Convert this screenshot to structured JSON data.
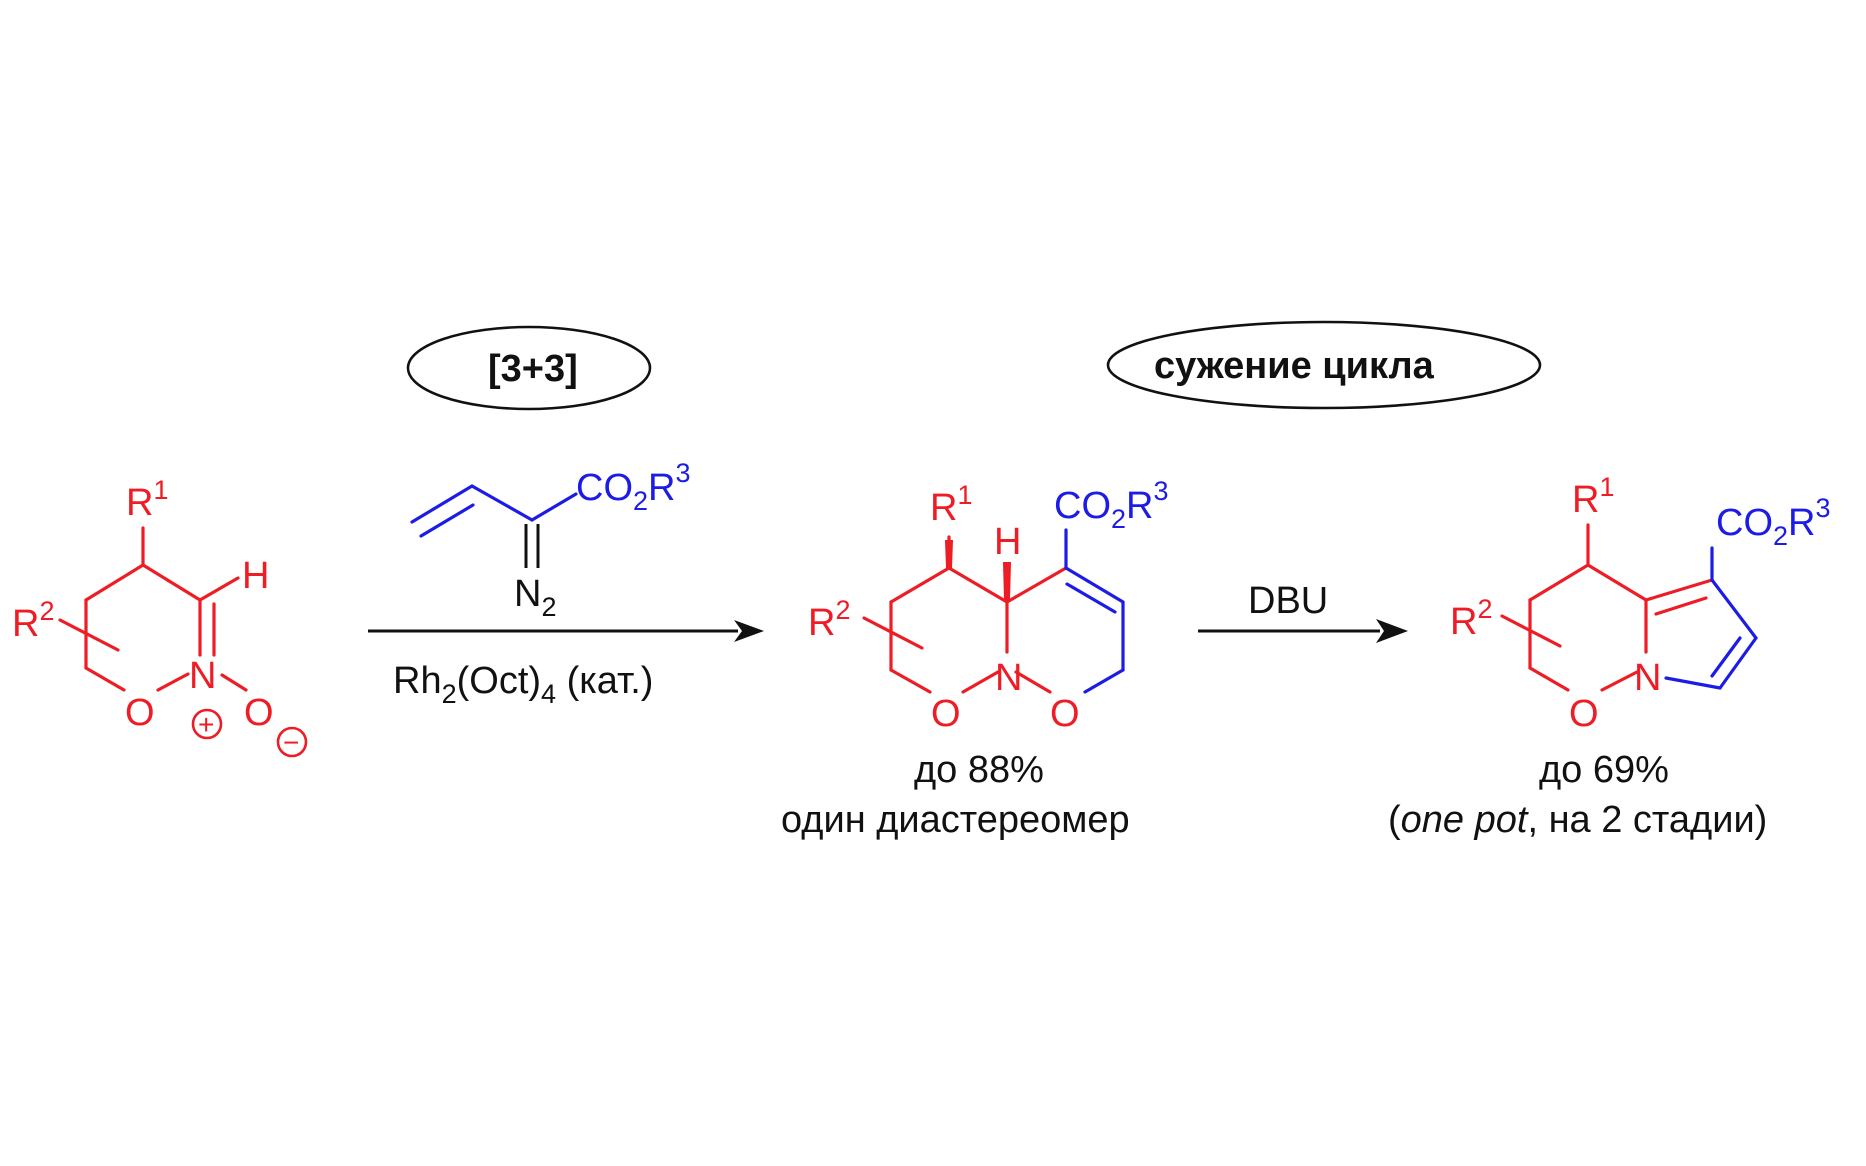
{
  "step1": {
    "label": "[3+3]",
    "reagent": {
      "ester_prefix": "CO",
      "ester_o_sub": "2",
      "ester_r": "R",
      "ester_r_sup": "3",
      "n2": "N",
      "n2_sub": "2"
    },
    "catalyst": {
      "rh": "Rh",
      "rh_sub": "2",
      "oct": "(Oct)",
      "oct_sub": "4",
      "note": " (кат.)"
    }
  },
  "step2": {
    "label": "сужение цикла",
    "reagent": "DBU"
  },
  "start": {
    "r1": "R",
    "r1_sup": "1",
    "r2": "R",
    "r2_sup": "2",
    "h": "H",
    "n": "N",
    "o_ring": "O",
    "o_exo": "O",
    "plus": "+",
    "minus": "−"
  },
  "intermediate": {
    "r1": "R",
    "r1_sup": "1",
    "r2": "R",
    "r2_sup": "2",
    "h": "H",
    "n": "N",
    "o_left": "O",
    "o_right": "O",
    "ester_prefix": "CO",
    "ester_o_sub": "2",
    "ester_r": "R",
    "ester_r_sup": "3",
    "yield": "до 88%",
    "note": "один диастереомер"
  },
  "product": {
    "r1": "R",
    "r1_sup": "1",
    "r2": "R",
    "r2_sup": "2",
    "n": "N",
    "o": "O",
    "ester_prefix": "CO",
    "ester_o_sub": "2",
    "ester_r": "R",
    "ester_r_sup": "3",
    "yield": "до 69%",
    "note_open": "(",
    "note_italic": "one pot",
    "note_rest": ", на 2 стадии)"
  },
  "colors": {
    "red": "#ee1c24",
    "blue": "#1c1ce6",
    "black": "#111111"
  }
}
